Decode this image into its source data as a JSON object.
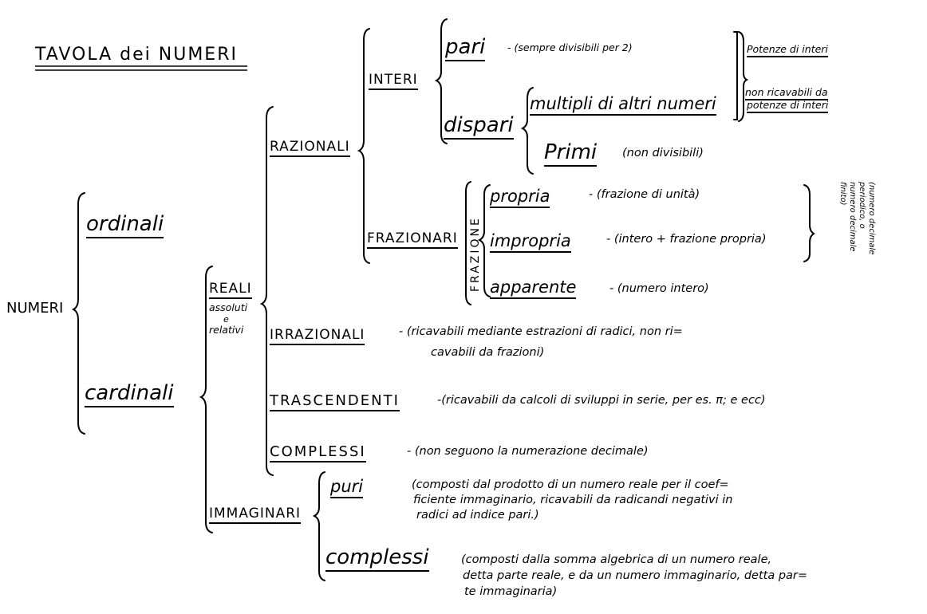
{
  "title": "TAVOLA dei NUMERI",
  "nodes": {
    "numeri": "NUMERI",
    "ordinali": "ordinali",
    "cardinali": "cardinali",
    "reali": "REALI",
    "reali_sub1": "assoluti",
    "reali_sub2": "e",
    "reali_sub3": "relativi",
    "razionali": "RAZIONALI",
    "interi": "INTERI",
    "pari": "pari",
    "pari_note": "- (sempre divisibili per 2)",
    "dispari": "dispari",
    "multipli": "multipli di altri numeri",
    "primi": "Primi",
    "primi_note": "(non divisibili)",
    "potenze_interi": "Potenze di interi",
    "non_ricavabili_1": "non ricavabili da",
    "non_ricavabili_2": "potenze di interi",
    "frazionari": "FRAZIONARI",
    "frazione": "FRAZIONE",
    "propria": "propria",
    "propria_note": "- (frazione di unità)",
    "impropria": "impropria",
    "impropria_note": "- (intero + frazione propria)",
    "apparente": "apparente",
    "apparente_note": "- (numero intero)",
    "side_note": "(numero decimale periodico, o numero decimale finito)",
    "irrazionali": "IRRAZIONALI",
    "irrazionali_note_1": "- (ricavabili mediante estrazioni di radici, non ri=",
    "irrazionali_note_2": "cavabili da frazioni)",
    "trascendenti": "TRASCENDENTI",
    "trascendenti_note": "-(ricavabili da calcoli di sviluppi in serie, per es. π; e ecc)",
    "complessi_caps": "COMPLESSI",
    "complessi_caps_note": "- (non seguono la numerazione decimale)",
    "immaginari": "IMMAGINARI",
    "puri": "puri",
    "puri_note_1": "(composti dal prodotto di un numero reale per il coef=",
    "puri_note_2": "ficiente immaginario, ricavabili da radicandi negativi in",
    "puri_note_3": "radici ad indice pari.)",
    "complessi": "complessi",
    "complessi_note_1": "(composti dalla somma algebrica di un numero reale,",
    "complessi_note_2": "detta parte reale, e da un numero immaginario, detta par=",
    "complessi_note_3": "te immaginaria)"
  }
}
